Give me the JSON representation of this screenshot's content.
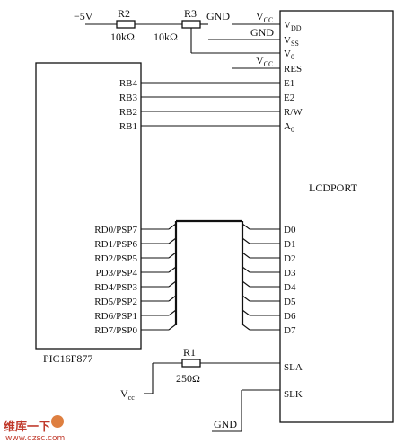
{
  "labels": {
    "neg5v": "−5V",
    "r2": "R2",
    "r2_value": "10kΩ",
    "r3": "R3",
    "r3_value": "10kΩ",
    "gnd_top": "GND",
    "vcc_top": "V",
    "vcc_top_sub": "CC",
    "gnd_vss": "GND",
    "vcc_res": "V",
    "vcc_res_sub": "CC",
    "r1": "R1",
    "r1_value": "250Ω",
    "vcc_bottom": "V",
    "vcc_bottom_sub": "cc",
    "gnd_bottom": "GND"
  },
  "mcu": {
    "name": "PIC16F877",
    "control_pins": [
      "RB4",
      "RB3",
      "RB2",
      "RB1"
    ],
    "data_pins": [
      "RD0/PSP7",
      "RD1/PSP6",
      "RD2/PSP5",
      "PD3/PSP4",
      "RD4/PSP3",
      "RD5/PSP2",
      "RD6/PSP1",
      "RD7/PSP0"
    ]
  },
  "lcd": {
    "name": "LCDPORT",
    "supply_pins": [
      {
        "main": "V",
        "sub": "DD"
      },
      {
        "main": "V",
        "sub": "SS"
      },
      {
        "main": "V",
        "sub": "0"
      },
      {
        "main": "RES",
        "sub": ""
      }
    ],
    "control_pins": [
      {
        "main": "E1",
        "sub": ""
      },
      {
        "main": "E2",
        "sub": ""
      },
      {
        "main": "R/W",
        "sub": ""
      },
      {
        "main": "A",
        "sub": "0"
      }
    ],
    "data_pins": [
      "D0",
      "D1",
      "D2",
      "D3",
      "D4",
      "D5",
      "D6",
      "D7"
    ],
    "sla": "SLA",
    "slk": "SLK"
  },
  "watermark": {
    "text": "维库一下",
    "url": "www.dzsc.com"
  }
}
